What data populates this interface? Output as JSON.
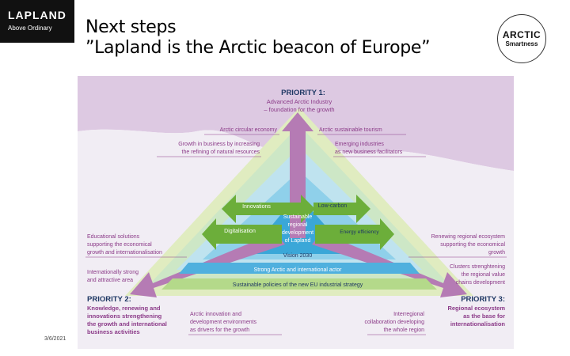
{
  "header": {
    "logo_left_line1": "LAPLAND",
    "logo_left_line2": "Above Ordinary",
    "title_line1": "Next steps",
    "title_line2": "”Lapland is the Arctic beacon of Europe”",
    "logo_right_line1": "ARCTIC",
    "logo_right_line2": "Smartness"
  },
  "footer": {
    "date": "3/6/2021"
  },
  "diagram": {
    "priority1": {
      "title": "PRIORITY 1:",
      "line1": "Advanced Arctic Industry",
      "line2": "– foundation for the growth"
    },
    "priority2": {
      "title": "PRIORITY 2:",
      "line1": "Knowledge, renewing and",
      "line2": "innovations strengthening",
      "line3": "the growth and international",
      "line4": "business activities"
    },
    "priority3": {
      "title": "PRIORITY 3:",
      "line1": "Regional ecosystem",
      "line2": "as the base for",
      "line3": "internationalisation"
    },
    "circular_economy": "Arctic circular economy",
    "sustainable_tourism": "Arctic sustainable tourism",
    "growth_refining_1": "Growth in business by increasing",
    "growth_refining_2": "the refining of natural resources",
    "emerging_1": "Emerging industries",
    "emerging_2": "as new business facilitators",
    "educational_1": "Educational solutions",
    "educational_2": "supporting the economical",
    "educational_3": "growth and internationalisation",
    "internationally_1": "Internationally strong",
    "internationally_2": "and attractive area",
    "renewing_1": "Renewing regional ecosystem",
    "renewing_2": "supporting the economical",
    "renewing_3": "growth",
    "clusters_1": "Clusters strenghtening",
    "clusters_2": "the regional value",
    "clusters_3": "chains development",
    "innovation_env_1": "Arctic innovation and",
    "innovation_env_2": "development environments",
    "innovation_env_3": "as drivers for the growth",
    "interregional_1": "Interregional",
    "interregional_2": "collaboration developing",
    "interregional_3": "the whole region",
    "innovations": "Innovations",
    "low_carbon": "Low-carbon",
    "digitalisation": "Digitalisation",
    "energy_efficiency": "Energy efficiency",
    "center_1": "Sustainable",
    "center_2": "regional",
    "center_3": "development",
    "center_4": "of Lapland",
    "vision": "Vision 2030",
    "strong_actor": "Strong Arctic and international actor",
    "sustainable_policies": "Sustainable policies of the new EU industrial strategy"
  },
  "colors": {
    "sky": "#ddc9e2",
    "outer_triangle": "#e0ecc0",
    "middle_triangle": "#bfe3ef",
    "inner_triangle": "#3aa7d8",
    "arrow_purple": "#b57bb4",
    "arrow_green": "#6cae3a",
    "text_purple": "#8b3a88",
    "text_navy": "#1f3864"
  }
}
